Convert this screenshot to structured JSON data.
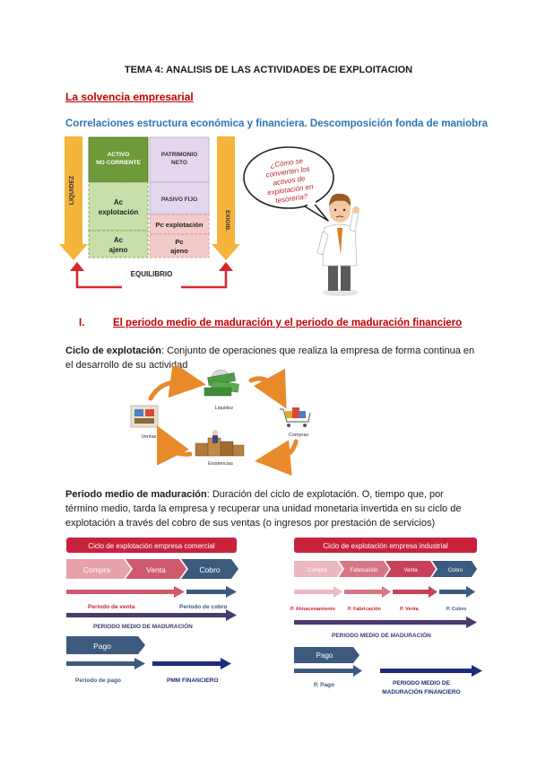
{
  "doc": {
    "title": "TEMA 4: ANALISIS DE LAS ACTIVIDADES DE EXPLOITACION",
    "section_red": "La solvencia empresarial",
    "section_blue": "Correlaciones estructura económica y financiera. Descomposición fonda de maniobra",
    "heading_num": "I.",
    "heading_text": "El periodo medio de maduración y el periodo de maduración financiero",
    "p1_term": "Ciclo de explotación",
    "p1_text": ": Conjunto de operaciones que realiza la empresa de forma continua en el desarrollo de su actividad",
    "p2_term": "Periodo medio de maduración",
    "p2_text": ": Duración del ciclo de explotación. O, tiempo que, por término medio, tarda la empresa y recuperar una unidad monetaria invertida en su ciclo de explotación a través del cobro de sus ventas (o ingresos por prestación de servicios)"
  },
  "balance": {
    "liquidez": "LIQUIDEZ",
    "exigib": "EXIGIB.",
    "activo_nc_1": "ACTIVO",
    "activo_nc_2": "NO CORRIENTE",
    "patrimonio_1": "PATRIMONIO",
    "patrimonio_2": "NETO",
    "ac_expl_1": "Ac",
    "ac_expl_2": "explotación",
    "pasivo_fijo": "PASIVO FIJO",
    "pc_expl": "Pc explotación",
    "ac_ajeno_1": "Ac",
    "ac_ajeno_2": "ajeno",
    "pc_ajeno_1": "Pc",
    "pc_ajeno_2": "ajeno",
    "equilibrio": "EQUILIBRIO",
    "bubble_1": "¿Cómo se",
    "bubble_2": "convierten los",
    "bubble_3": "activos de",
    "bubble_4": "explotación en",
    "bubble_5": "tesorería?",
    "colors": {
      "green_dark": "#6e9a3a",
      "green_light": "#c9dfaa",
      "lilac": "#e2d7ec",
      "pink": "#f3cbcb",
      "arrow_orange": "#f5b43c",
      "arrow_red": "#d9262b"
    }
  },
  "cycle": {
    "liquidez": "Liquidez",
    "compras": "Compras",
    "ventas": "Ventas",
    "existencias": "Existencias"
  },
  "comercial": {
    "header": "Ciclo de explotación empresa comercial",
    "chevrons": [
      "Compra",
      "Venta",
      "Cobro"
    ],
    "periodo_venta": "Periodo de venta",
    "periodo_cobro": "Periodo de cobro",
    "pmm": "PERIODO MEDIO DE MADURACIÓN",
    "pago": "Pago",
    "periodo_pago": "Periodo de pago",
    "pmm_fin": "PMM FINANCIERO"
  },
  "industrial": {
    "header": "Ciclo de explotación empresa industrial",
    "chevrons": [
      "Compra",
      "Fabricación",
      "Venta",
      "Cobro"
    ],
    "labels": [
      "P. Almacenamiento",
      "P. Fabricación",
      "P. Venta",
      "P. Cobro"
    ],
    "pmm": "PERIODO MEDIO DE MADURACIÓN",
    "pago": "Pago",
    "p_pago": "P. Pago",
    "pmm_fin_1": "PERIODO MEDIO DE",
    "pmm_fin_2": "MADURACIÓN FINANCIERO"
  }
}
